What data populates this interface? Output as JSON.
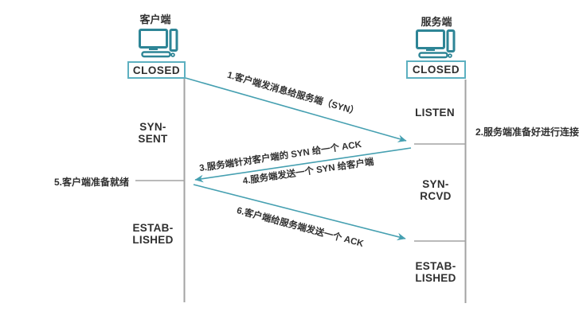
{
  "colors": {
    "arrow_teal": "#46a0b1",
    "icon_teal": "#2e8596",
    "box_border_teal": "#5db0c0",
    "lifeline_gray": "#a3a3a3",
    "text_dark": "#2f2f2f"
  },
  "client": {
    "title": "客户端",
    "icon": "computer-icon",
    "states": {
      "closed": "CLOSED",
      "syn_sent": [
        "SYN-",
        "SENT"
      ],
      "established": [
        "ESTAB-",
        "LISHED"
      ]
    },
    "note": "5.客户端准备就绪"
  },
  "server": {
    "title": "服务端",
    "icon": "computer-icon",
    "states": {
      "closed": "CLOSED",
      "listen": "LISTEN",
      "syn_rcvd": [
        "SYN-",
        "RCVD"
      ],
      "established": [
        "ESTAB-",
        "LISHED"
      ]
    },
    "note": "2.服务端准备好进行连接"
  },
  "messages": {
    "m1": "1.客户端发消息给服务端（SYN）",
    "m3": "3.服务端针对客户端的 SYN 给一个 ACK",
    "m4": "4.服务端发送一个 SYN 给客户端",
    "m6": "6.客户端给服务端发送一个 ACK"
  }
}
